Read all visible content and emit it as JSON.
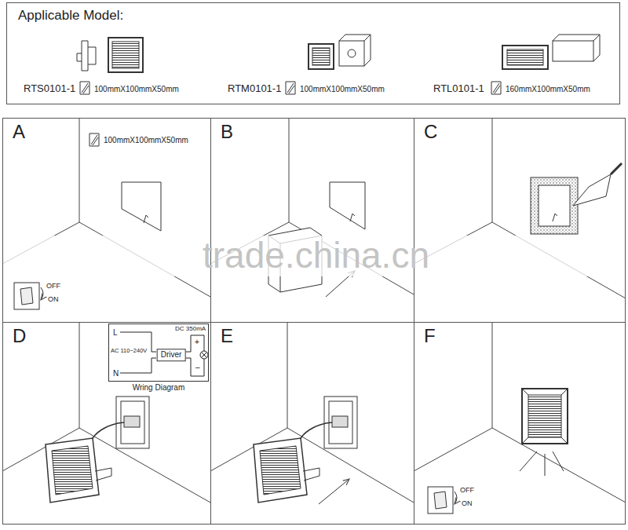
{
  "diagram": {
    "nodes": [
      {
        "text": [
          "Applicable Model:"
        ]
      },
      {
        "text": [
          "A"
        ]
      },
      {
        "text": [
          "B"
        ]
      },
      {
        "text": [
          "C"
        ]
      },
      {
        "text": [
          "D"
        ]
      },
      {
        "text": [
          "E"
        ]
      },
      {
        "text": [
          "F"
        ]
      },
      {
        "text": [
          "Wring Diagram"
        ],
        "in": 4
      },
      {
        "text": [
          "Driver"
        ],
        "in": 7
      }
    ],
    "labels": [
      "RTS0101-1",
      "100mmX100mmX50mm",
      "RTM0101-1",
      "100mmX100mmX50mm",
      "RTL0101-1",
      "160mmX100mmX50mm",
      "100mmX100mmX50mm",
      "OFF",
      "ON",
      "L",
      "N",
      "AC 110~240V",
      "DC 350mA",
      "+",
      "–",
      "OFF",
      "ON",
      "trade.china.cn"
    ]
  }
}
